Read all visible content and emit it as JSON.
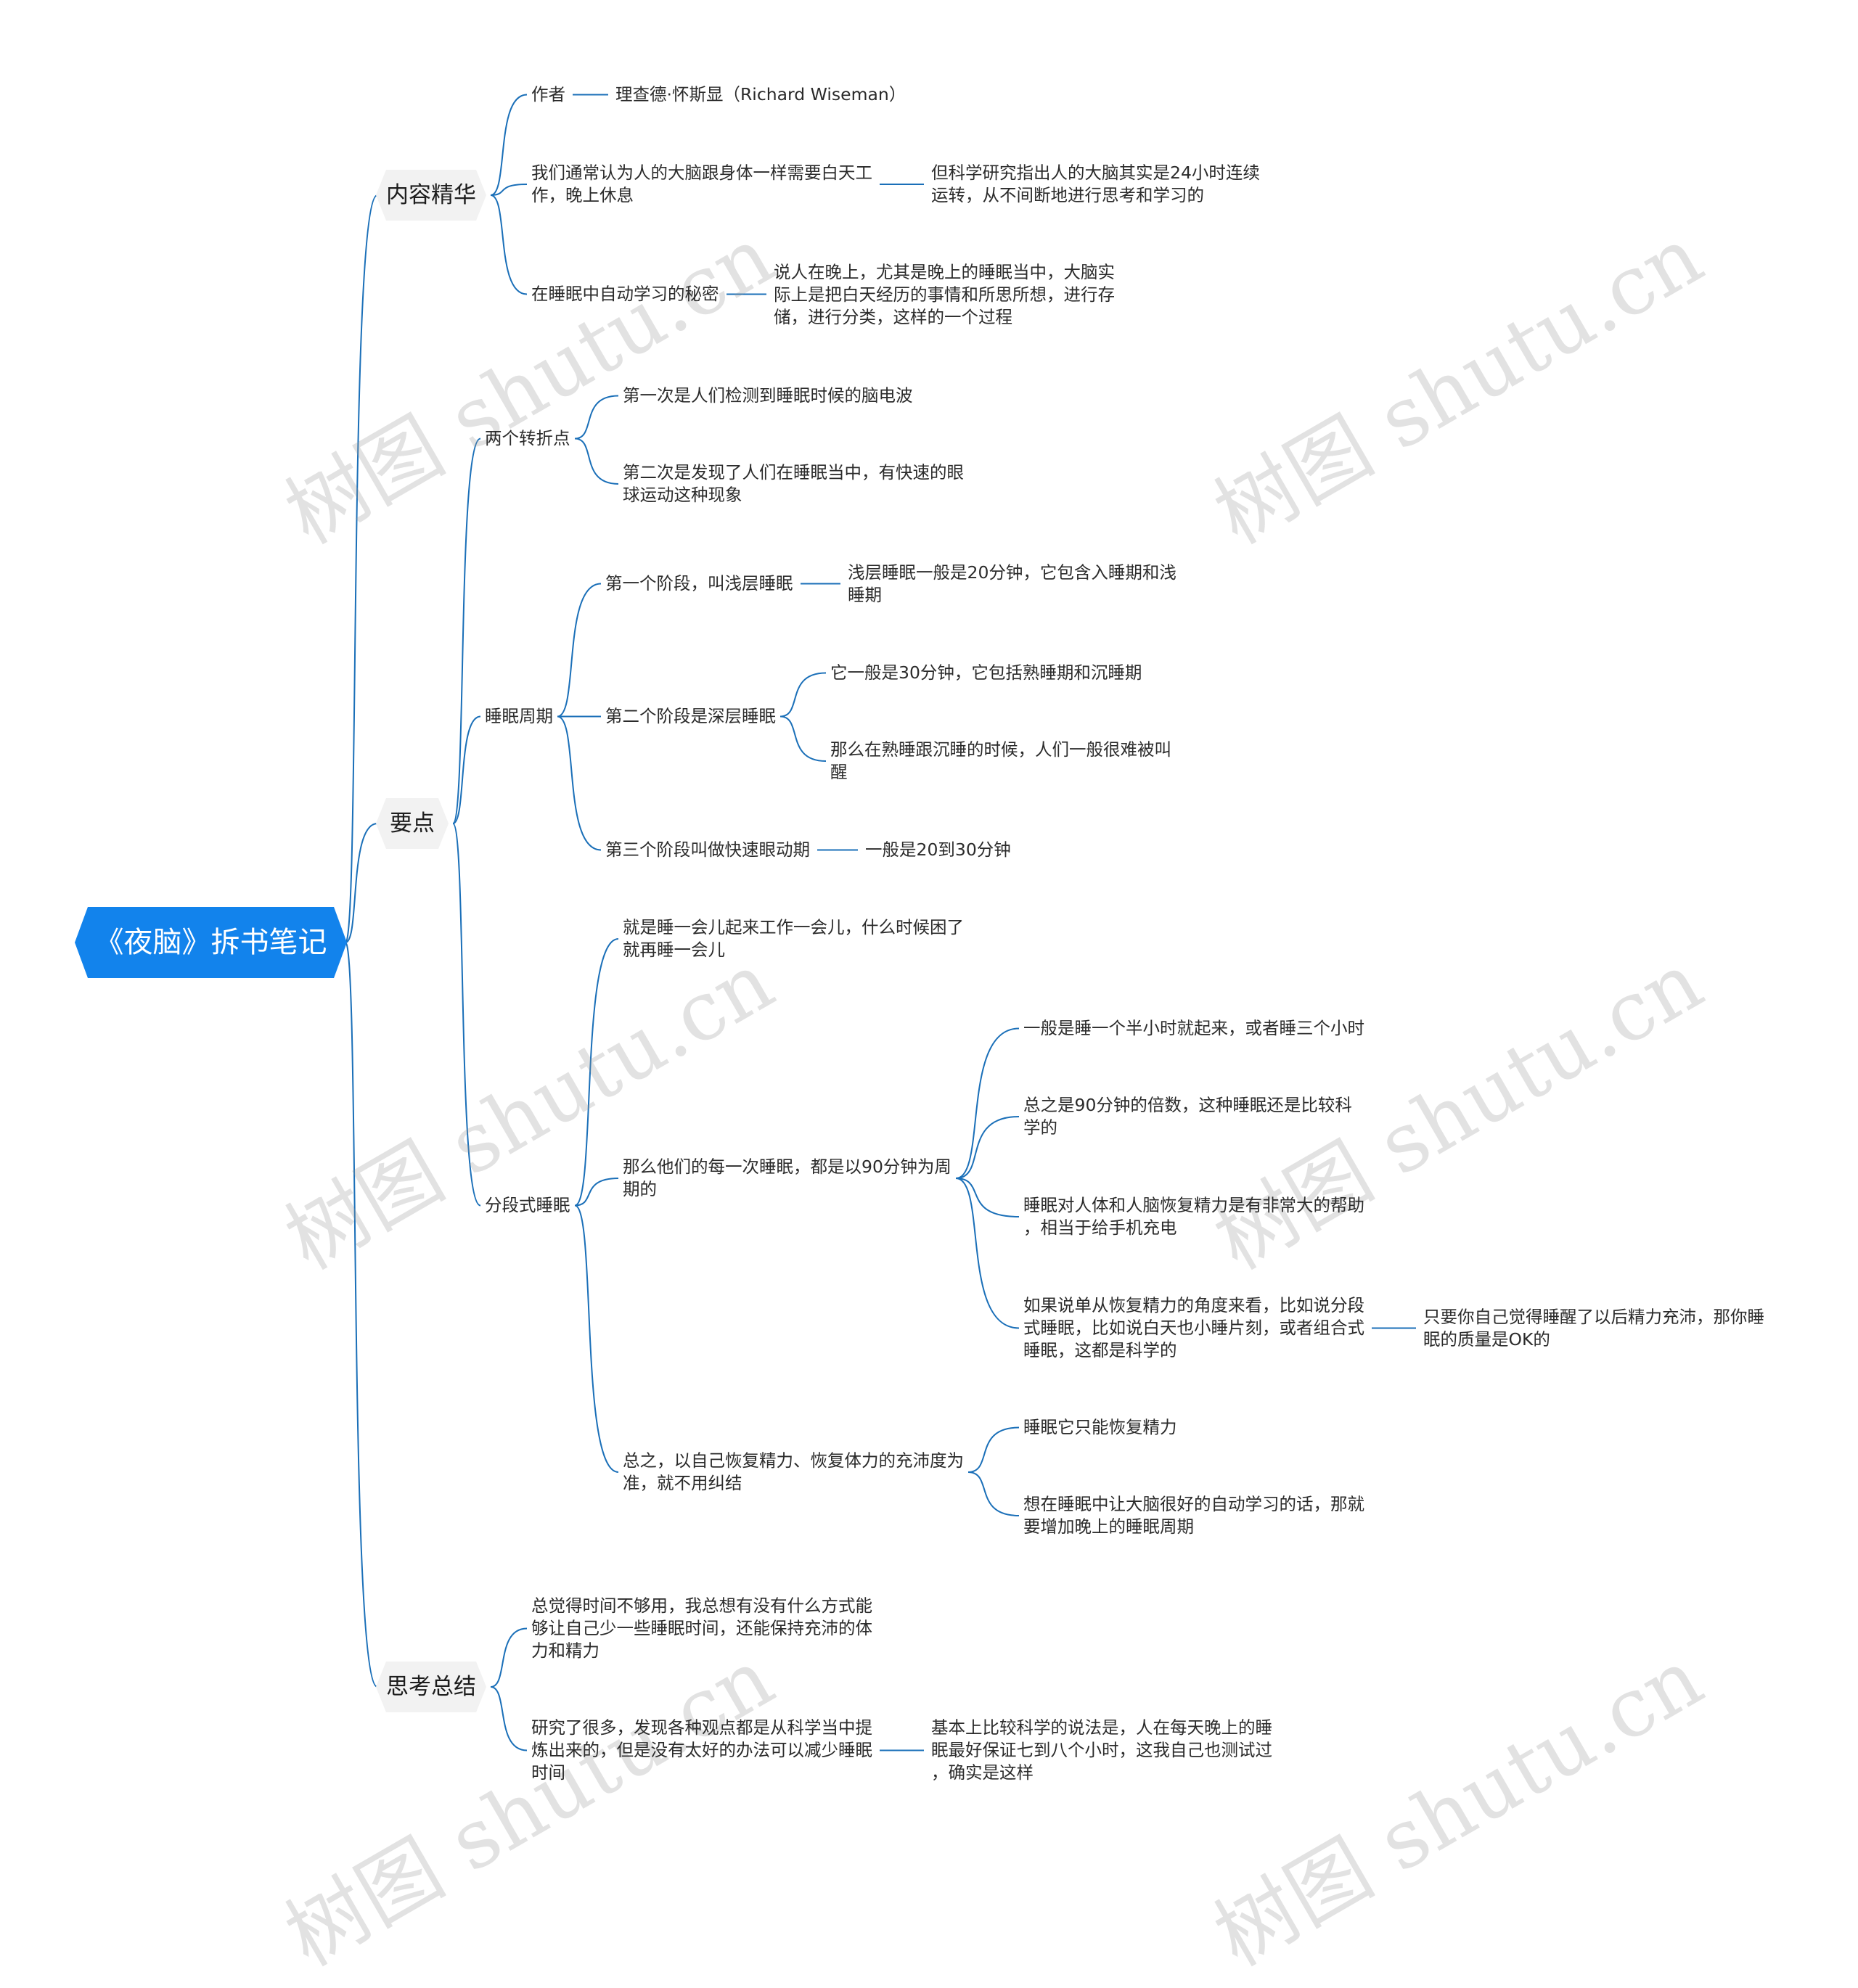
{
  "root": {
    "label": "《夜脑》拆书笔记"
  },
  "branches": {
    "content": "内容精华",
    "points": "要点",
    "thinking": "思考总结"
  },
  "content": {
    "author_label": "作者",
    "author_name": "理查德·怀斯显（Richard Wiseman）",
    "belief": "我们通常认为人的大脑跟身体一样需要白天工\n作，晚上休息",
    "belief_fact": "但科学研究指出人的大脑其实是24小时连续\n运转，从不间断地进行思考和学习的",
    "secret": "在睡眠中自动学习的秘密",
    "secret_detail": "说人在晚上，尤其是晚上的睡眠当中，大脑实\n际上是把白天经历的事情和所思所想，进行存\n储，进行分类，这样的一个过程"
  },
  "points": {
    "turning": {
      "label": "两个转折点",
      "first": "第一次是人们检测到睡眠时候的脑电波",
      "second": "第二次是发现了人们在睡眠当中，有快速的眼\n球运动这种现象"
    },
    "cycle": {
      "label": "睡眠周期",
      "stage1": "第一个阶段，叫浅层睡眠",
      "stage1_detail": "浅层睡眠一般是20分钟，它包含入睡期和浅\n睡期",
      "stage2": "第二个阶段是深层睡眠",
      "stage2_detail1": "它一般是30分钟，它包括熟睡期和沉睡期",
      "stage2_detail2": "那么在熟睡跟沉睡的时候，人们一般很难被叫\n醒",
      "stage3": "第三个阶段叫做快速眼动期",
      "stage3_detail": "一般是20到30分钟"
    },
    "segmented": {
      "label": "分段式睡眠",
      "def": "就是睡一会儿起来工作一会儿，什么时候困了\n就再睡一会儿",
      "ninety": "那么他们的每一次睡眠，都是以90分钟为周\n期的",
      "ninety_a": "一般是睡一个半小时就起来，或者睡三个小时",
      "ninety_b": "总之是90分钟的倍数，这种睡眠还是比较科\n学的",
      "ninety_c": "睡眠对人体和人脑恢复精力是有非常大的帮助\n，相当于给手机充电",
      "ninety_d": "如果说单从恢复精力的角度来看，比如说分段\n式睡眠，比如说白天也小睡片刻，或者组合式\n睡眠，这都是科学的",
      "ninety_d_detail": "只要你自己觉得睡醒了以后精力充沛，那你睡\n眠的质量是OK的",
      "summary": "总之，以自己恢复精力、恢复体力的充沛度为\n准，就不用纠结",
      "summary_a": "睡眠它只能恢复精力",
      "summary_b": "想在睡眠中让大脑很好的自动学习的话，那就\n要增加晚上的睡眠周期"
    }
  },
  "thinking": {
    "t1": "总觉得时间不够用，我总想有没有什么方式能\n够让自己少一些睡眠时间，还能保持充沛的体\n力和精力",
    "t2": "研究了很多，发现各种观点都是从科学当中提\n炼出来的，但是没有太好的办法可以减少睡眠\n时间",
    "t2_detail": "基本上比较科学的说法是，人在每天晚上的睡\n眠最好保证七到八个小时，这我自己也测试过\n，确实是这样"
  },
  "watermark": "树图 shutu.cn",
  "colors": {
    "root": "#1283ec",
    "line": "#1a6fb8",
    "branch_bg": "#f2f2f2"
  }
}
